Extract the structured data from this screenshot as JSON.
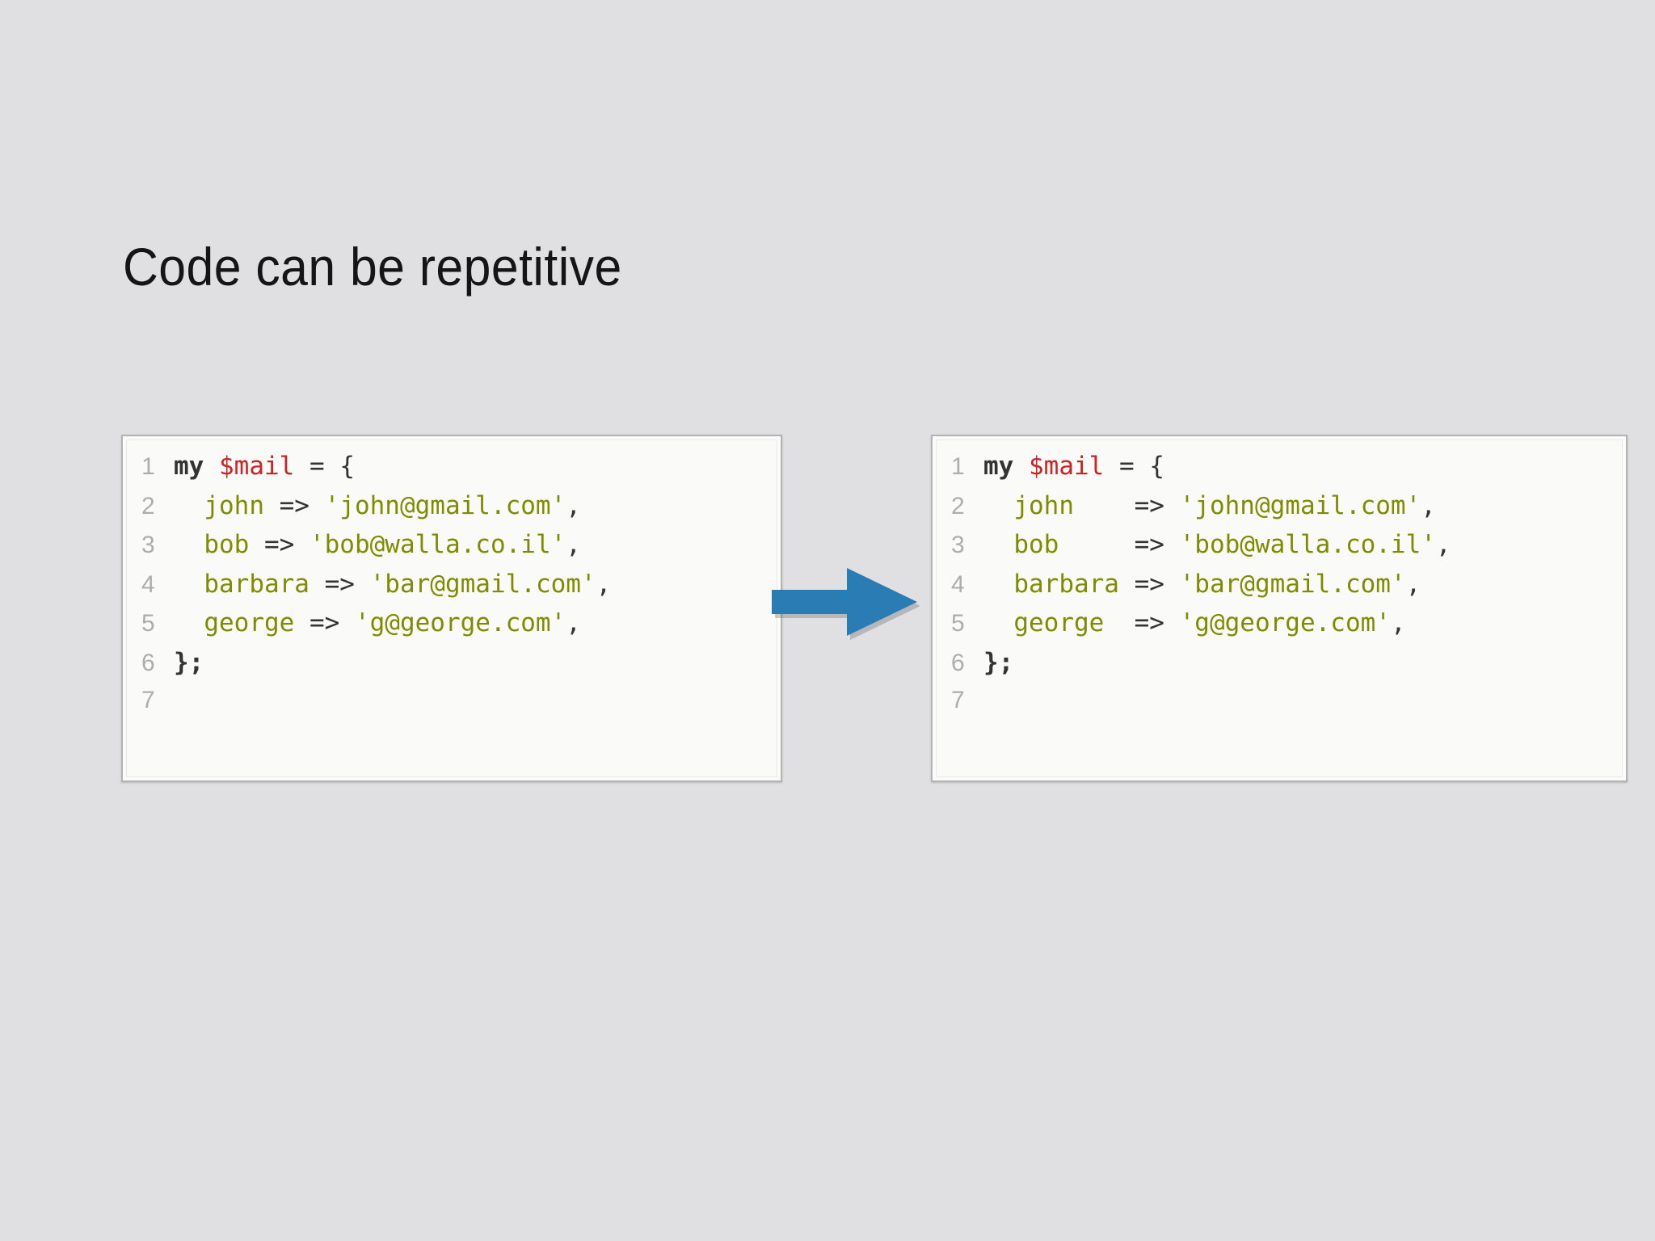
{
  "slide": {
    "title": "Code can be repetitive",
    "background_color": "#e0e0e2",
    "title_color": "#151515"
  },
  "arrow": {
    "icon": "right-arrow-icon",
    "color": "#2a7cb5",
    "direction": "right"
  },
  "syntax_colors": {
    "keyword": "#333333",
    "variable": "#cc2222",
    "operator": "#333333",
    "hash_key": "#7f8c00",
    "string": "#7f8c00",
    "punctuation": "#333333",
    "line_number": "#adadad",
    "code_background": "#fafaf8",
    "code_border": "#b3b3b3"
  },
  "code_blocks": [
    {
      "id": "before",
      "language": "perl",
      "line_numbers": [
        "1",
        "2",
        "3",
        "4",
        "5",
        "6",
        "7"
      ],
      "lines": [
        [
          {
            "t": "my",
            "c": "kw"
          },
          {
            "t": " ",
            "c": "plain"
          },
          {
            "t": "$mail",
            "c": "var"
          },
          {
            "t": " = {",
            "c": "op"
          }
        ],
        [
          {
            "t": "  ",
            "c": "plain"
          },
          {
            "t": "john",
            "c": "key"
          },
          {
            "t": " => ",
            "c": "op"
          },
          {
            "t": "'john@gmail.com'",
            "c": "str"
          },
          {
            "t": ",",
            "c": "op"
          }
        ],
        [
          {
            "t": "  ",
            "c": "plain"
          },
          {
            "t": "bob",
            "c": "key"
          },
          {
            "t": " => ",
            "c": "op"
          },
          {
            "t": "'bob@walla.co.il'",
            "c": "str"
          },
          {
            "t": ",",
            "c": "op"
          }
        ],
        [
          {
            "t": "  ",
            "c": "plain"
          },
          {
            "t": "barbara",
            "c": "key"
          },
          {
            "t": " => ",
            "c": "op"
          },
          {
            "t": "'bar@gmail.com'",
            "c": "str"
          },
          {
            "t": ",",
            "c": "op"
          }
        ],
        [
          {
            "t": "  ",
            "c": "plain"
          },
          {
            "t": "george",
            "c": "key"
          },
          {
            "t": " => ",
            "c": "op"
          },
          {
            "t": "'g@george.com'",
            "c": "str"
          },
          {
            "t": ",",
            "c": "op"
          }
        ],
        [
          {
            "t": "};",
            "c": "pun"
          }
        ],
        []
      ],
      "plain_text": "my $mail = {\n  john => 'john@gmail.com',\n  bob => 'bob@walla.co.il',\n  barbara => 'bar@gmail.com',\n  george => 'g@george.com',\n};\n"
    },
    {
      "id": "after",
      "language": "perl",
      "line_numbers": [
        "1",
        "2",
        "3",
        "4",
        "5",
        "6",
        "7"
      ],
      "lines": [
        [
          {
            "t": "my",
            "c": "kw"
          },
          {
            "t": " ",
            "c": "plain"
          },
          {
            "t": "$mail",
            "c": "var"
          },
          {
            "t": " = {",
            "c": "op"
          }
        ],
        [
          {
            "t": "  ",
            "c": "plain"
          },
          {
            "t": "john",
            "c": "key"
          },
          {
            "t": "    => ",
            "c": "op"
          },
          {
            "t": "'john@gmail.com'",
            "c": "str"
          },
          {
            "t": ",",
            "c": "op"
          }
        ],
        [
          {
            "t": "  ",
            "c": "plain"
          },
          {
            "t": "bob",
            "c": "key"
          },
          {
            "t": "     => ",
            "c": "op"
          },
          {
            "t": "'bob@walla.co.il'",
            "c": "str"
          },
          {
            "t": ",",
            "c": "op"
          }
        ],
        [
          {
            "t": "  ",
            "c": "plain"
          },
          {
            "t": "barbara",
            "c": "key"
          },
          {
            "t": " => ",
            "c": "op"
          },
          {
            "t": "'bar@gmail.com'",
            "c": "str"
          },
          {
            "t": ",",
            "c": "op"
          }
        ],
        [
          {
            "t": "  ",
            "c": "plain"
          },
          {
            "t": "george",
            "c": "key"
          },
          {
            "t": "  => ",
            "c": "op"
          },
          {
            "t": "'g@george.com'",
            "c": "str"
          },
          {
            "t": ",",
            "c": "op"
          }
        ],
        [
          {
            "t": "};",
            "c": "pun"
          }
        ],
        []
      ],
      "plain_text": "my $mail = {\n  john    => 'john@gmail.com',\n  bob     => 'bob@walla.co.il',\n  barbara => 'bar@gmail.com',\n  george  => 'g@george.com',\n};\n"
    }
  ]
}
